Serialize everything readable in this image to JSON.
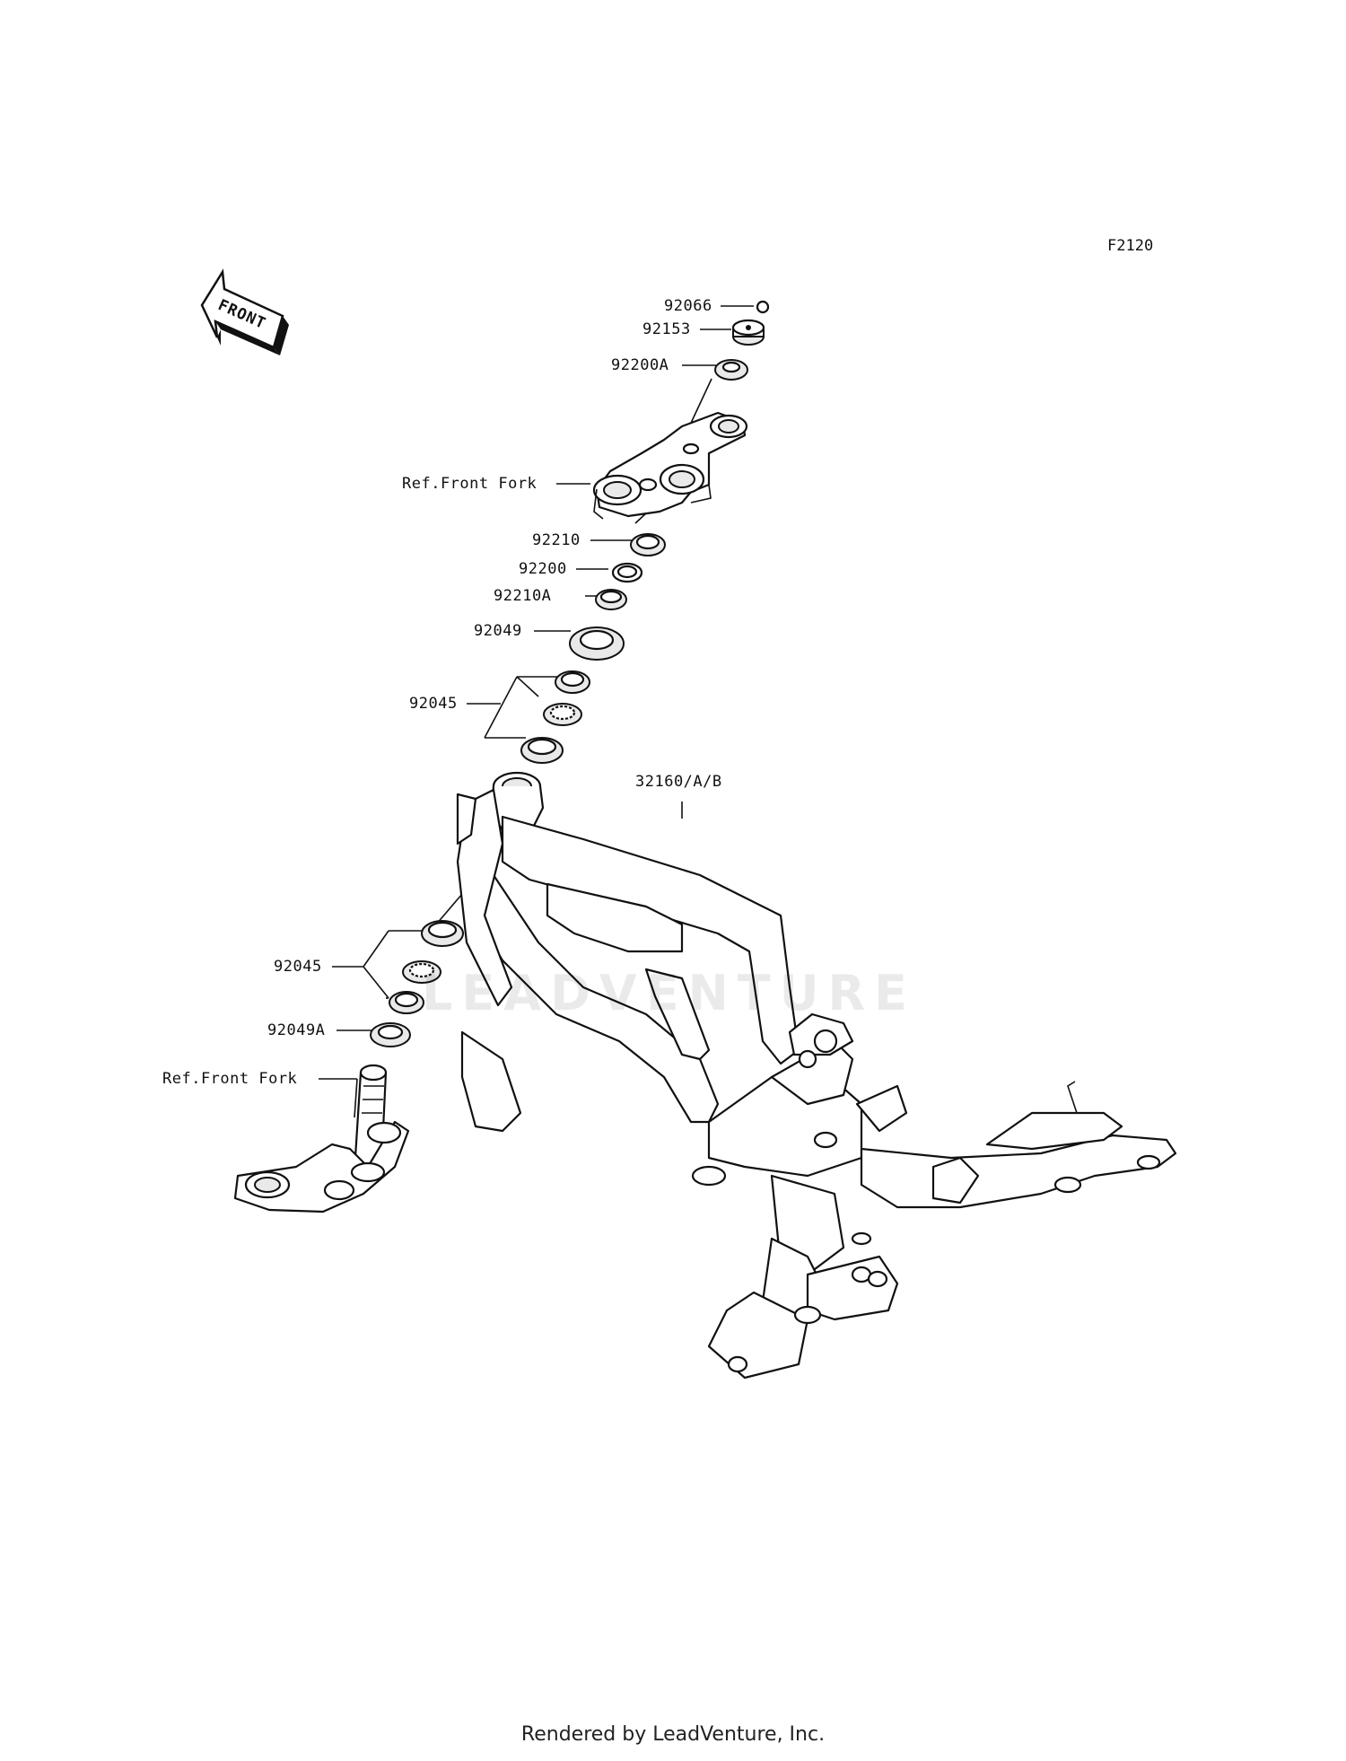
{
  "diagram_code": "F2120",
  "front_arrow_label": "FRONT",
  "watermark": "LEADVENTURE",
  "labels": {
    "p92066": "92066",
    "p92153": "92153",
    "p92200A": "92200A",
    "ref_front_fork_top": "Ref.Front Fork",
    "p92210": "92210",
    "p92200": "92200",
    "p92210A": "92210A",
    "p92049": "92049",
    "p92045_upper": "92045",
    "p32160": "32160/A/B",
    "p92045_lower": "92045",
    "p92049A": "92049A",
    "ref_front_fork_bottom": "Ref.Front Fork"
  },
  "footer": "Rendered by LeadVenture, Inc."
}
